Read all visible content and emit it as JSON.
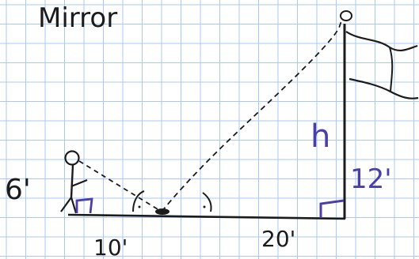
{
  "title": "Mirror",
  "labels": {
    "person_height": "6'",
    "flag_height": "12'",
    "unknown_height": "h",
    "left_distance": "10'",
    "right_distance": "20'"
  },
  "colors": {
    "ink": "#1b1b1b",
    "purple_ink": "#4a3ea8",
    "grid": "#a9c9f4",
    "paper": "#ffffff"
  },
  "icons": {
    "person": "stick-figure-icon",
    "flag": "flag-icon",
    "mirror": "mirror-point-icon"
  }
}
